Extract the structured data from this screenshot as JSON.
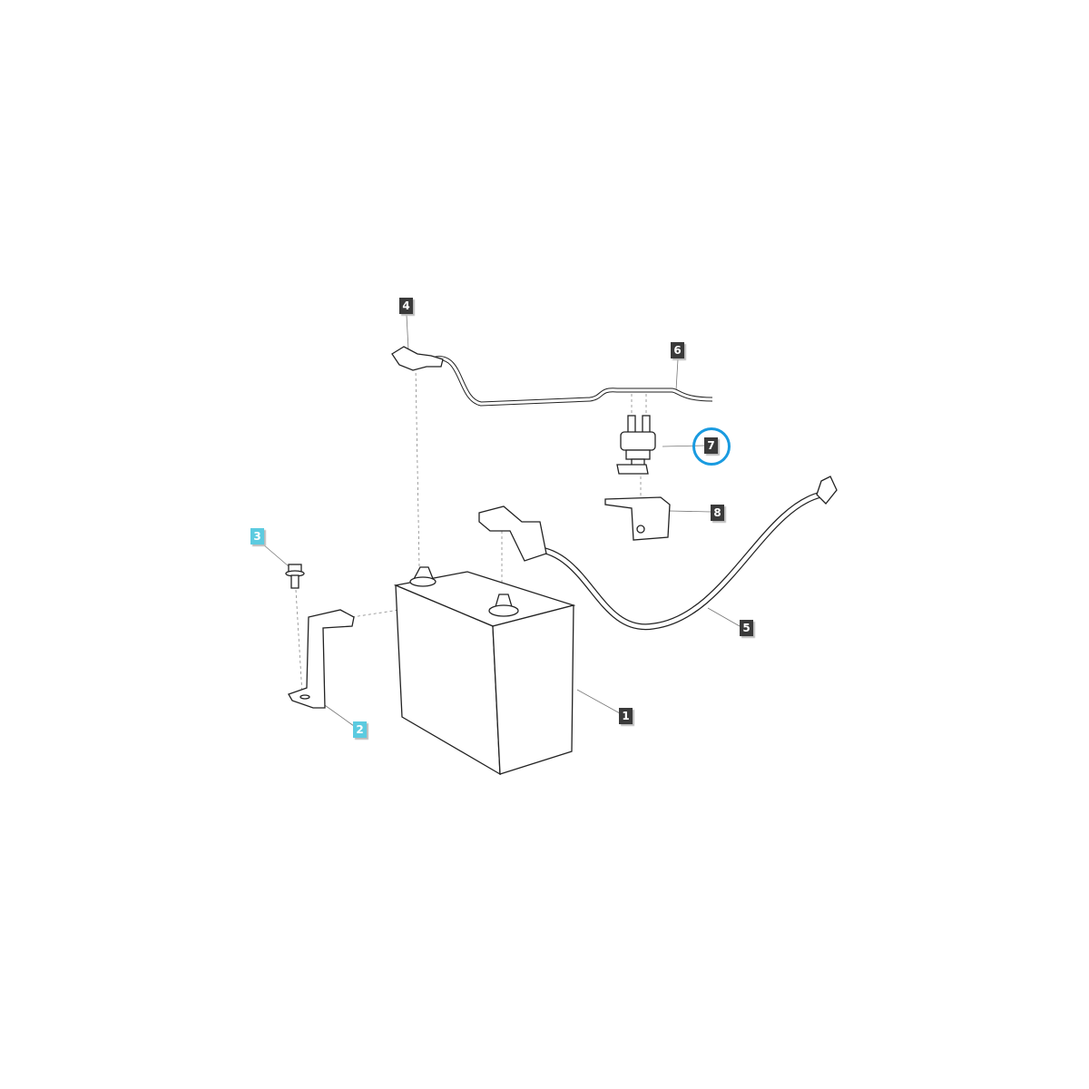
{
  "diagram": {
    "callouts": [
      {
        "number": "1",
        "part": "battery"
      },
      {
        "number": "2",
        "part": "battery-hold-down-bracket",
        "highlight": "cyan"
      },
      {
        "number": "3",
        "part": "flange-bolt",
        "highlight": "cyan"
      },
      {
        "number": "4",
        "part": "terminal-clamp"
      },
      {
        "number": "5",
        "part": "negative-cable"
      },
      {
        "number": "6",
        "part": "positive-cable"
      },
      {
        "number": "7",
        "part": "solenoid",
        "selected": true
      },
      {
        "number": "8",
        "part": "solenoid-bracket"
      }
    ],
    "colors": {
      "callout": "#3a3a3a",
      "highlight": "#5ccbe0",
      "selection_ring": "#1a9be0"
    }
  }
}
